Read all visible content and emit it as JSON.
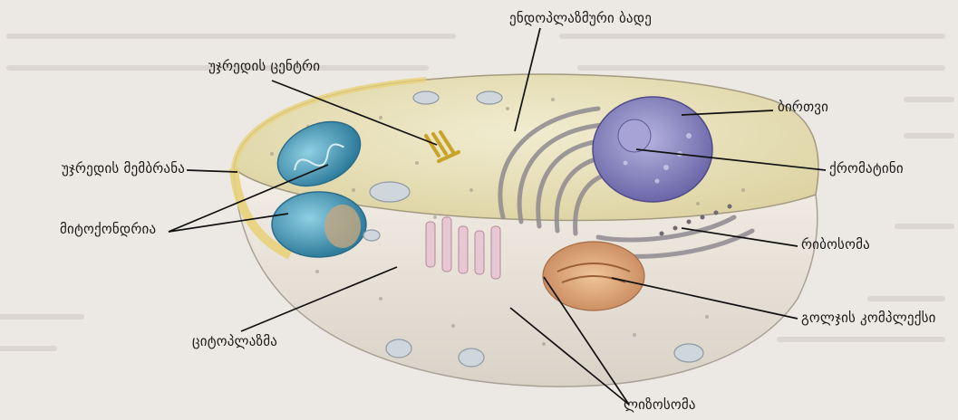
{
  "diagram": {
    "labels": {
      "er": "ენდოპლაზმური ბადე",
      "centre": "უჯრედის ცენტრი",
      "nucleus": "ბირთვი",
      "membrane": "უჯრედის მემბრანა",
      "chromatin": "ქრომატინი",
      "mitochondria": "მიტოქონდრია",
      "ribosome": "რიბოსომა",
      "golgi": "გოლჯის კომპლექსი",
      "cytoplasm": "ციტოპლაზმა",
      "lysosome": "ლიზოსომა"
    }
  },
  "colors": {
    "background": "#ece8e3",
    "cell_top": "#e9e2b8",
    "membrane_yellow": "#e8d27a",
    "mitochondria_teal": "#4f98b3",
    "nucleus_purple": "#7c79b8",
    "golgi_orange": "#d79a6e",
    "cut_face": "#efe9e0",
    "leader_line": "#111111"
  }
}
